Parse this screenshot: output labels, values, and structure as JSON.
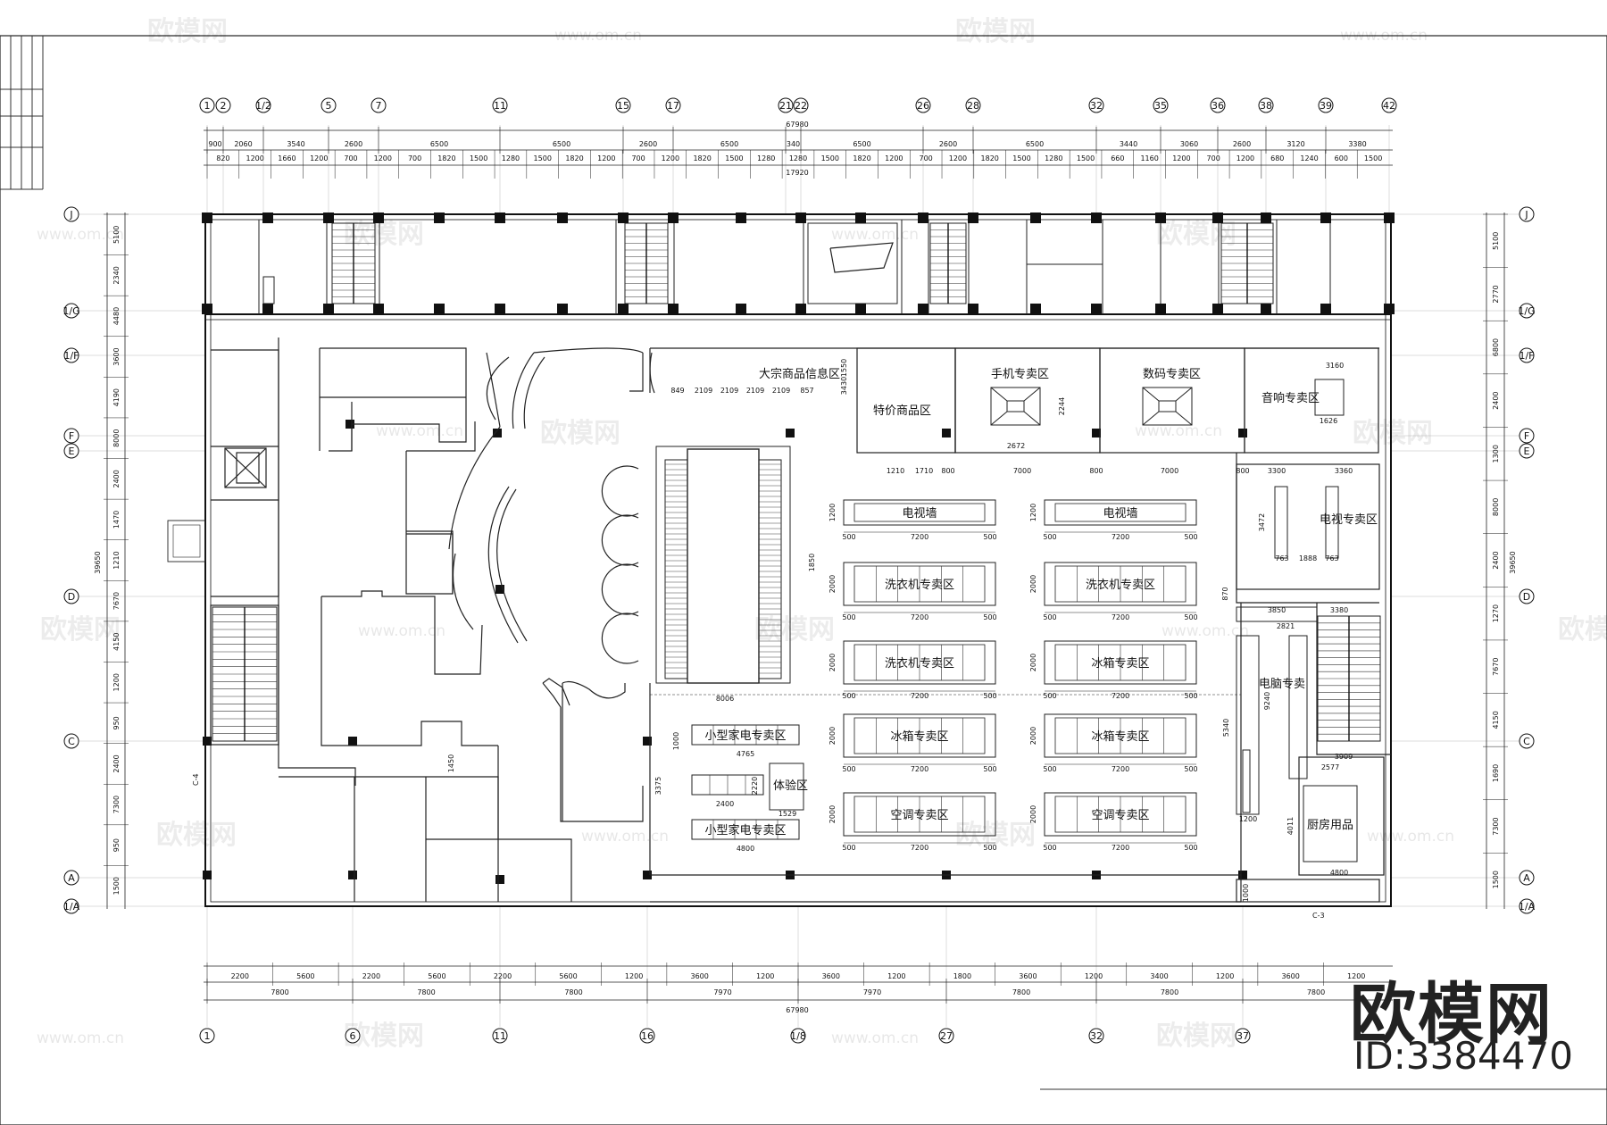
{
  "watermark": {
    "brand": "欧模网",
    "url": "www.om.cn",
    "url_short": "om.cn"
  },
  "branding": {
    "name": "欧模网",
    "id": "ID:3384470"
  },
  "axes_top": [
    "1",
    "2",
    "1/2",
    "5",
    "7",
    "11",
    "15",
    "17",
    "21",
    "22",
    "26",
    "28",
    "32",
    "35",
    "36",
    "38",
    "39",
    "42"
  ],
  "axes_bottom": [
    "1",
    "6",
    "11",
    "16",
    "1/8",
    "27",
    "32",
    "37"
  ],
  "axes_left": [
    "J",
    "1/G",
    "1/F",
    "F",
    "E",
    "D",
    "C",
    "A",
    "1/A"
  ],
  "dims_top_major": [
    "900",
    "2060",
    "3540",
    "2600",
    "6500",
    "6500",
    "2600",
    "6500",
    "340",
    "6500",
    "2600",
    "6500",
    "3440",
    "3060",
    "2600",
    "3120",
    "3380"
  ],
  "dims_top_minor": [
    "820",
    "1200",
    "1660",
    "1200",
    "700",
    "1200",
    "700",
    "1820",
    "1500",
    "1280",
    "1500",
    "1820",
    "1200",
    "700",
    "1200",
    "1820",
    "1500",
    "1280",
    "1280",
    "1500",
    "1820",
    "1200",
    "700",
    "1200",
    "1820",
    "1500",
    "1280",
    "1500",
    "660",
    "1160",
    "1200",
    "700",
    "1200",
    "680",
    "1240",
    "600",
    "1500"
  ],
  "dims_top_total": "67980",
  "dims_top_total2": "17920",
  "dims_bottom_minor": [
    "2200",
    "5600",
    "2200",
    "5600",
    "2200",
    "5600",
    "1200",
    "3600",
    "1200",
    "3600",
    "1200",
    "1800",
    "3600",
    "1200",
    "3400",
    "1200",
    "3600",
    "1200"
  ],
  "dims_bottom_major": [
    "7800",
    "7800",
    "7800",
    "7970",
    "7970",
    "7800",
    "7800",
    "7800"
  ],
  "dims_bottom_total": "67980",
  "dims_left": [
    "5100",
    "2340",
    "4480",
    "3600",
    "4190",
    "8000",
    "2400",
    "1470",
    "1210",
    "7670",
    "4150",
    "1200",
    "950",
    "2400",
    "7300",
    "950",
    "1500"
  ],
  "dims_left_total": "39650",
  "dims_right": [
    "5100",
    "2770",
    "6800",
    "2400",
    "1300",
    "8000",
    "2400",
    "1270",
    "7670",
    "4150",
    "1690",
    "7300",
    "1500"
  ],
  "dims_right_total": "39650",
  "zones": {
    "info": "大宗商品信息区",
    "special": "特价商品区",
    "phone": "手机专卖区",
    "digital": "数码专卖区",
    "audio": "音响专卖区",
    "tv_wall": "电视墙",
    "tv_shop": "电视专卖区",
    "washer": "洗衣机专卖区",
    "fridge": "冰箱专卖区",
    "ac": "空调专卖区",
    "small": "小型家电专卖区",
    "experience": "体验区",
    "computer": "电脑专卖",
    "kitchen": "厨房用品"
  },
  "zone_dims": {
    "info_parts": [
      "849",
      "2109",
      "2109",
      "2109",
      "2109",
      "857"
    ],
    "d7200": "7200",
    "d500": "500",
    "d2000": "2000",
    "d1200": "1200",
    "d4765": "4765",
    "d4800": "4800",
    "d2400": "2400",
    "d1529": "1529",
    "d2220": "2220",
    "d1000": "1000",
    "d8006": "8006",
    "d1550": "1550",
    "d3430": "3430",
    "d1210": "1210",
    "d1710": "1710",
    "d800": "800",
    "d7000": "7000",
    "d2672": "2672",
    "d2244": "2244",
    "d3160": "3160",
    "d1626": "1626",
    "d3300": "3300",
    "d3360": "3360",
    "d3472": "3472",
    "d763": "763",
    "d1888": "1888",
    "d3850": "3850",
    "d2821": "2821",
    "d9240": "9240",
    "d5340": "5340",
    "d2577": "2577",
    "d3909": "3909",
    "d4011": "4011",
    "d3380": "3380",
    "d1450": "1450",
    "d3375": "3375",
    "d870": "870",
    "d1850": "1850",
    "d1000b": "1000",
    "d1200b": "1200"
  },
  "section_marks": {
    "c3": "C-3",
    "cl": "C-4"
  }
}
